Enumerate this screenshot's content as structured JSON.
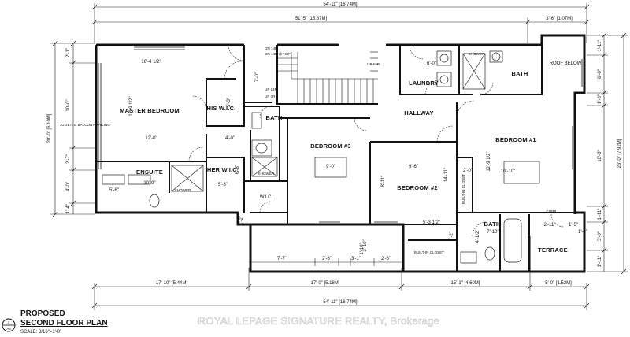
{
  "plan": {
    "title_line1": "PROPOSED",
    "title_line2": "SECOND FLOOR PLAN",
    "scale": "SCALE: 3/16\"=1'-0\"",
    "sheet_number": "1",
    "sheet_ref": "A4",
    "watermark": "ROYAL LEPAGE SIGNATURE REALTY, Brokerage"
  },
  "rooms": {
    "master_bedroom": "MASTER BEDROOM",
    "his_wic": "HIS W.I.C.",
    "her_wic": "HER W.I.C.",
    "ensuite": "ENSUITE",
    "bath_main": "BATH",
    "bedroom3": "BEDROOM #3",
    "bedroom2": "BEDROOM #2",
    "bedroom1": "BEDROOM #1",
    "hallway": "HALLWAY",
    "laundry": "LAUNDRY",
    "bath_top": "BATH",
    "bath_bottom": "BATH",
    "terrace": "TERRACE",
    "roof_below": "ROOF BELOW",
    "wic": "W.I.C.",
    "shower1": "SHOWER",
    "shower2": "SHOWER",
    "shower3": "SHOWER",
    "built_in_closet1": "BUILT-IN CLOSET",
    "built_in_closet2": "BUILT-IN CLOSET",
    "curb": "CURB",
    "juliette": "JULIETTE BALCONY RAILING",
    "up_14r": "UP 14R",
    "dn_14r": "DN 14R",
    "up_12r": "UP 12R",
    "up_3r": "UP 3R"
  },
  "dims": {
    "top_overall": "54'-11\" [16.74M]",
    "top_main": "51'-5\" [15.67M]",
    "top_right": "3'-6\" [1.07M]",
    "bottom_overall": "54'-11\" [16.74M]",
    "bottom_seg1": "17'-10\" [5.44M]",
    "bottom_seg2": "17'-0\" [5.18M]",
    "bottom_seg3": "15'-1\" [4.60M]",
    "bottom_seg4": "5'-0\" [1.52M]",
    "left_overall": "20'-0\" [6.10M]",
    "left_seg1": "2'-1\"",
    "left_seg2": "10'-0\"",
    "left_seg3": "2'-7\"",
    "left_seg4": "4'-0\"",
    "left_seg5": "1'-4\"",
    "right_overall": "26'-0\" [7.92M]",
    "right_seg1": "1'-11\"",
    "right_seg2": "6'-0\"",
    "right_seg3": "1'-8\"",
    "right_seg4": "10'-8\"",
    "right_seg5": "1'-11\"",
    "right_seg6": "3'-0\"",
    "right_seg7": "1'-11\"",
    "mb_width": "16'-4 1/2\"",
    "mb_depth": "12'-9 1/2\"",
    "mb_inner": "12'-0\"",
    "his_wic_dim": "5'-3\"",
    "her_wic_w": "4'-0\"",
    "her_wic_d": "5'-3\"",
    "her_wic_h": "6'-8\"",
    "ensuite_w": "10'-9\"",
    "ensuite_d": "5'-6\"",
    "bath_dim": "7'-0\"",
    "bed3_w": "9'-0\"",
    "bed2_w": "9'-6\"",
    "bed2_d": "8'-11\"",
    "bed2_d2": "14'-11\"",
    "bed1_w": "10'-10\"",
    "bed1_d": "12'-9 1/2\"",
    "closet_dim": "2'-0\"",
    "bath_bottom_w": "7'-10\"",
    "bath_bottom_d": "4'-1/2\"",
    "terrace_w": "2'-11\"",
    "terrace_d": "1'-5\"",
    "laundry_dim": "6'-0\"",
    "hall_seg": "5'-3 1/2\"",
    "inner_seg1": "7'-7\"",
    "inner_seg2": "2'-6\"",
    "inner_seg3": "3'-10\"",
    "inner_seg4": "2'-6\"",
    "inner_seg5": "3'-1\"",
    "inner_seg6": "1'-10\"",
    "stair_dims": "DN 14R @7.50\"",
    "left_small1": "1'-2\"",
    "left_small2": "2'-2\"",
    "right_small": "1'-5\""
  }
}
